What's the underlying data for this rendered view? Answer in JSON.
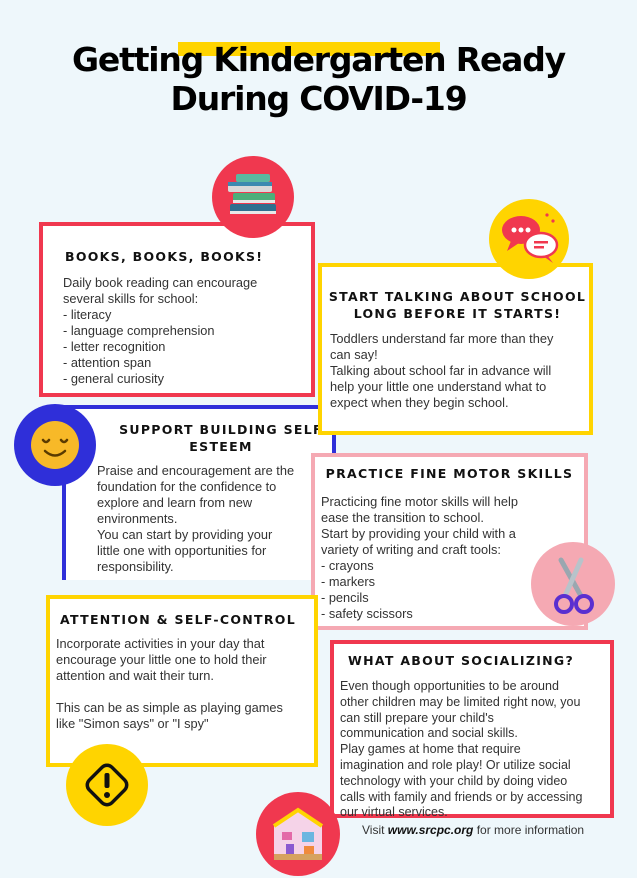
{
  "title": {
    "line1": "Getting Kindergarten Ready",
    "line2": "During COVID-19"
  },
  "sections": {
    "books": {
      "heading": "BOOKS, BOOKS, BOOKS!",
      "lines": [
        "Daily book reading can encourage",
        "several skills for school:",
        "- literacy",
        "- language comprehension",
        "- letter recognition",
        "- attention span",
        "- general curiosity"
      ]
    },
    "talking": {
      "heading_lines": [
        "START TALKING ABOUT SCHOOL",
        "LONG BEFORE IT STARTS!"
      ],
      "lines": [
        "Toddlers understand far more than they",
        "can say!",
        "Talking about school far in advance will",
        "help your little one understand what to",
        "expect when they begin school."
      ]
    },
    "esteem": {
      "heading_lines": [
        "SUPPORT BUILDING SELF",
        "ESTEEM"
      ],
      "lines": [
        "Praise and encouragement are the",
        "foundation for the confidence to",
        "explore and learn from new",
        "environments.",
        "You can start by providing your",
        "little one with opportunities for",
        "responsibility."
      ]
    },
    "motor": {
      "heading": "PRACTICE FINE MOTOR SKILLS",
      "lines": [
        "Practicing fine motor skills will help",
        "ease the transition to school.",
        "Start by providing your child with a",
        "variety of writing  and craft tools:",
        "- crayons",
        "- markers",
        "- pencils",
        "- safety scissors"
      ]
    },
    "attention": {
      "heading": "ATTENTION & SELF-CONTROL",
      "lines": [
        "Incorporate activities in your day that",
        "encourage your little one to hold their",
        "attention and wait their turn.",
        "",
        "This can be as simple as playing games",
        "like \"Simon says\" or \"I spy\""
      ]
    },
    "social": {
      "heading": "WHAT ABOUT SOCIALIZING?",
      "lines": [
        "Even though opportunities to be around",
        "other children may be limited right now, you",
        "can still prepare your child's",
        "communication and social skills.",
        "Play games at home that require",
        "imagination and role play! Or utilize social",
        "technology with your child by doing video",
        "calls with family and friends or by accessing",
        "our virtual services."
      ]
    }
  },
  "footer": {
    "prefix": "Visit ",
    "url": "www.srcpc.org",
    "suffix": " for more information"
  },
  "colors": {
    "red": "#f0384f",
    "yellow": "#ffd400",
    "blue": "#2f2fd9",
    "pink": "#f5a9b3"
  },
  "icons": [
    "books-icon",
    "speech-bubbles-icon",
    "smiley-face-icon",
    "scissors-icon",
    "warning-icon",
    "house-icon"
  ]
}
